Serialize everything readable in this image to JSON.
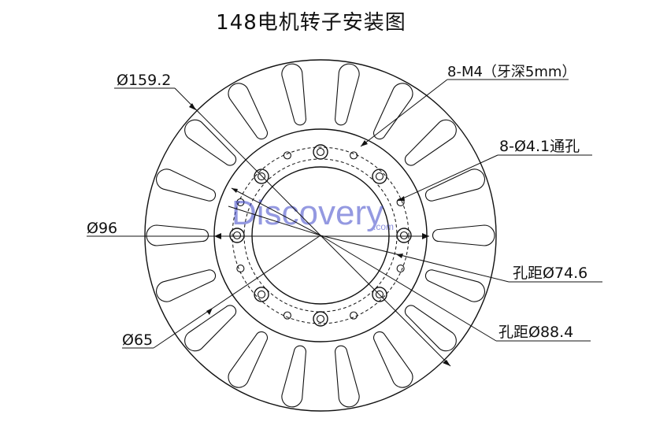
{
  "title": "148电机转子安装图",
  "watermark": {
    "text": "Discovery",
    "subtext": ".com",
    "color": "#3d46c8"
  },
  "annotations": {
    "d159": "Ø159.2",
    "d96": "Ø96",
    "d65": "Ø65",
    "m4": "8-M4（牙深5mm）",
    "h41": "8-Ø4.1通孔",
    "pcd746": "孔距Ø74.6",
    "pcd884": "孔距Ø88.4"
  }
}
